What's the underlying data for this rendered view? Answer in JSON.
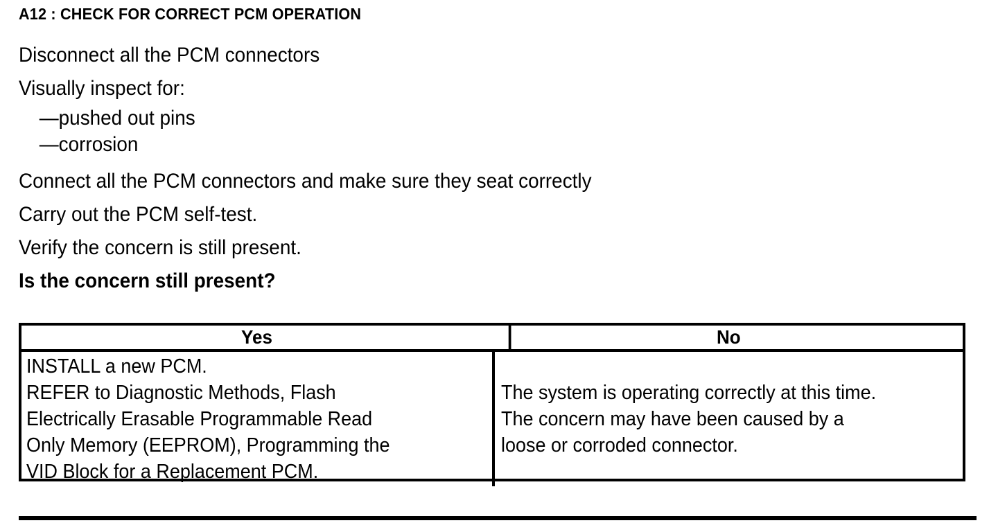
{
  "document": {
    "step_title": "A12 : CHECK FOR CORRECT PCM OPERATION",
    "background_color": "#ffffff",
    "text_color": "#000000"
  },
  "procedure": {
    "lines": [
      {
        "text": "Disconnect all the PCM connectors",
        "style": "normal"
      },
      {
        "text": "Visually inspect for:",
        "style": "normal"
      },
      {
        "text": "—pushed out pins",
        "style": "sub"
      },
      {
        "text": "—corrosion",
        "style": "sub"
      },
      {
        "text": "Connect all the PCM connectors and make sure they seat correctly",
        "style": "normal"
      },
      {
        "text": "Carry out the PCM self-test.",
        "style": "normal"
      },
      {
        "text": "Verify the concern is still present.",
        "style": "normal"
      },
      {
        "text": "Is the concern still present?",
        "style": "bold"
      }
    ]
  },
  "decision_table": {
    "headers": {
      "yes": "Yes",
      "no": "No"
    },
    "yes_cell": {
      "lines": [
        "INSTALL a new PCM.",
        "REFER to Diagnostic Methods, Flash",
        "Electrically Erasable Programmable Read",
        "Only Memory  (EEPROM), Programming the",
        "VID Block for a Replacement PCM."
      ]
    },
    "no_cell": {
      "lines": [
        "The system is operating correctly at this time.",
        "The concern may have been caused by a",
        "loose or corroded connector."
      ]
    }
  }
}
